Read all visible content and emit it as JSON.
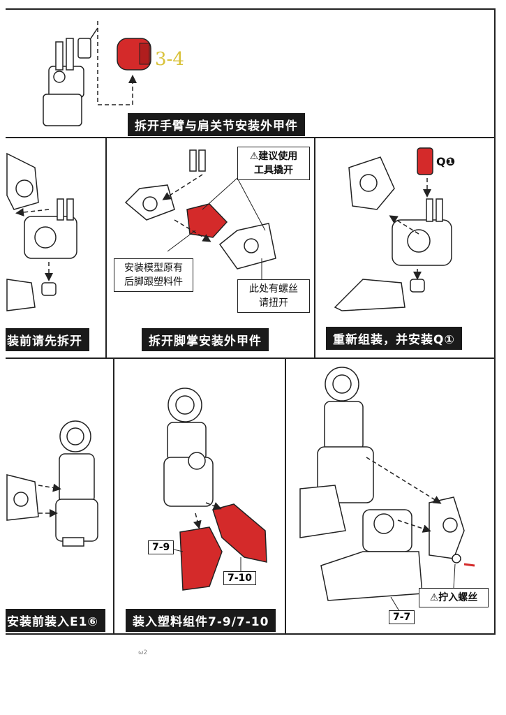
{
  "captions": {
    "arm_shoulder": "拆开手臂与肩关节安装外甲件",
    "remove_first": "装前请先拆开",
    "foot_palm": "拆开脚掌安装外甲件",
    "reassemble": "重新组装，并安装Q①",
    "install_e1": "安装前装入E1⑥",
    "install_plastic": "装入塑料组件7-9/7-10"
  },
  "callouts": {
    "tool_pry": "⚠建议使用\n工具撬开",
    "original_heel": "安装模型原有\n后脚跟塑料件",
    "screw_here": "此处有螺丝\n请扭开",
    "screw_in": "⚠拧入螺丝"
  },
  "part_labels": {
    "q1": "Q❶",
    "p7_9": "7-9",
    "p7_10": "7-10",
    "p7_7": "7-7",
    "handwritten": "3-4",
    "footer_mark": "ω2"
  },
  "colors": {
    "part_red": "#d42a2a",
    "line": "#222222",
    "caption_bg": "#1a1a1a"
  }
}
